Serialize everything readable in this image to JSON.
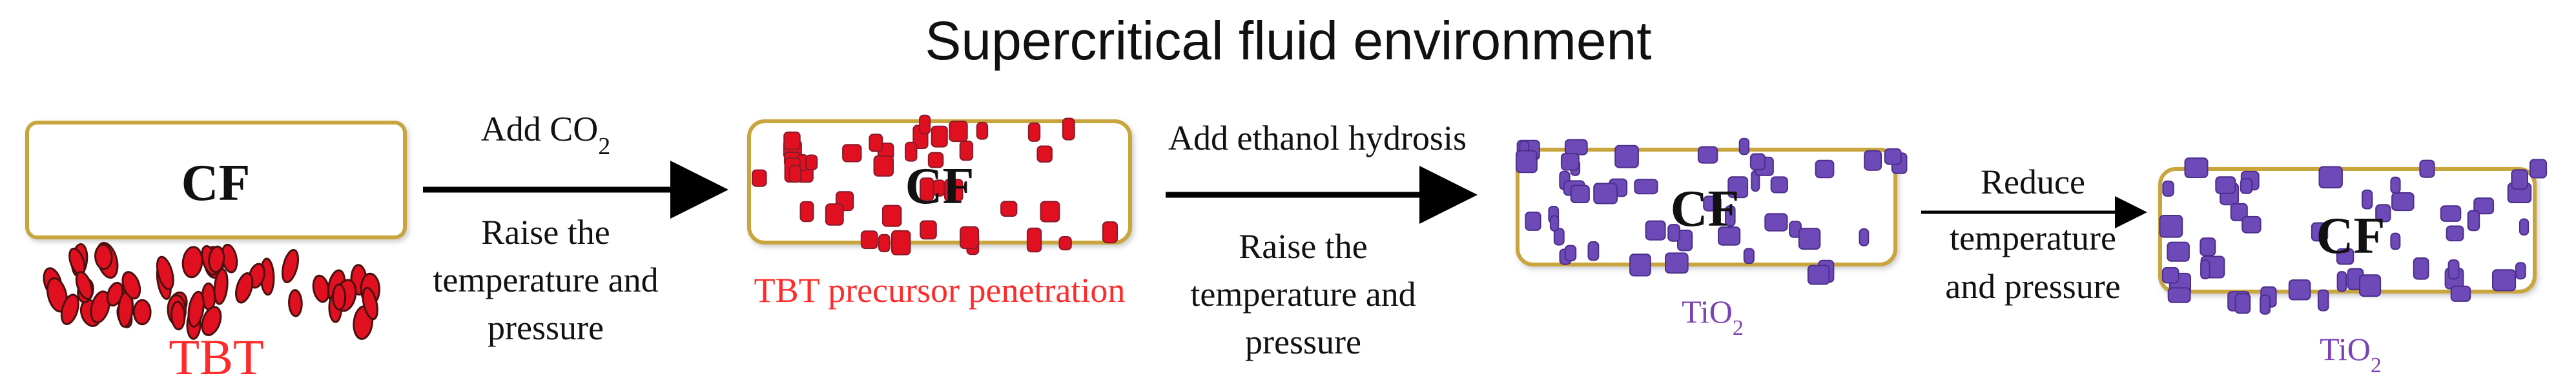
{
  "title": "Supercritical fluid environment",
  "fiber_label": "CF",
  "precursor": {
    "name": "TBT"
  },
  "steps": [
    {
      "lines": [
        {
          "text": "Add CO",
          "sub": "2"
        },
        {
          "text": "Raise the",
          "sub": ""
        },
        {
          "text": "temperature and",
          "sub": ""
        },
        {
          "text": "pressure",
          "sub": ""
        }
      ]
    },
    {
      "lines": [
        {
          "text": "Add ethanol hydrosis",
          "sub": ""
        },
        {
          "text": "Raise the",
          "sub": ""
        },
        {
          "text": "temperature and",
          "sub": ""
        },
        {
          "text": "pressure",
          "sub": ""
        }
      ]
    },
    {
      "lines": [
        {
          "text": "Reduce",
          "sub": ""
        },
        {
          "text": "temperature",
          "sub": ""
        },
        {
          "text": "and pressure",
          "sub": ""
        }
      ]
    }
  ],
  "stage_captions": [
    {
      "text": "TBT precursor penetration",
      "sub": ""
    },
    {
      "text": "TiO",
      "sub": "2"
    },
    {
      "text": "TiO",
      "sub": "2"
    }
  ],
  "colors": {
    "fiber_border": "#c8a63c",
    "fiber_fill": "#ffffff",
    "tbt_particle": "#e01020",
    "tbt_particle_dark": "#4a1010",
    "tio2_particle": "#6e49b8",
    "red_text": "#ff2a2a",
    "purple_text": "#7a43b3",
    "arrow": "#000000",
    "text": "#111111"
  }
}
